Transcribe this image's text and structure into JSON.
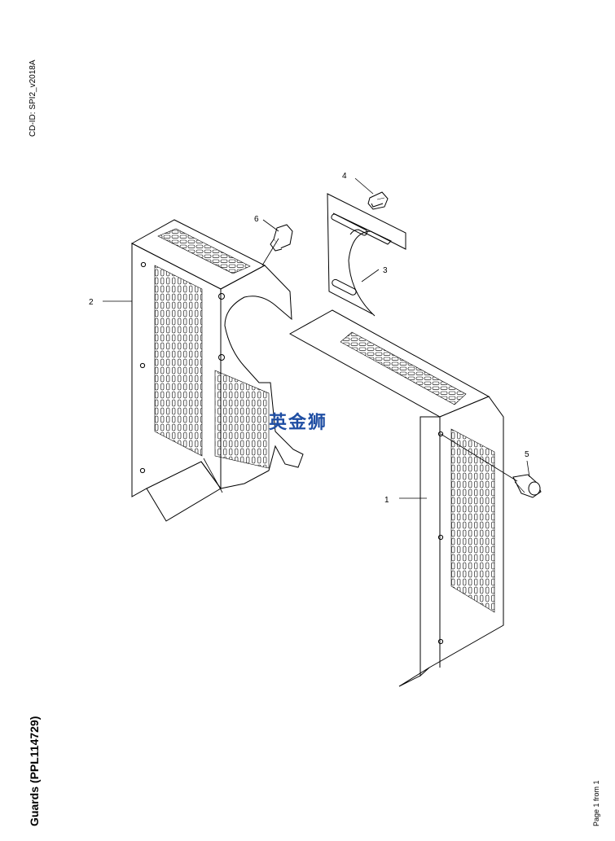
{
  "header": {
    "cd_id": "CD-ID: SPI2_v2018A"
  },
  "title": "Guards (PPL114729)",
  "footer": {
    "page": "Page 1 from 1"
  },
  "watermark": "英金狮",
  "callouts": [
    "1",
    "2",
    "3",
    "4",
    "5",
    "6"
  ]
}
